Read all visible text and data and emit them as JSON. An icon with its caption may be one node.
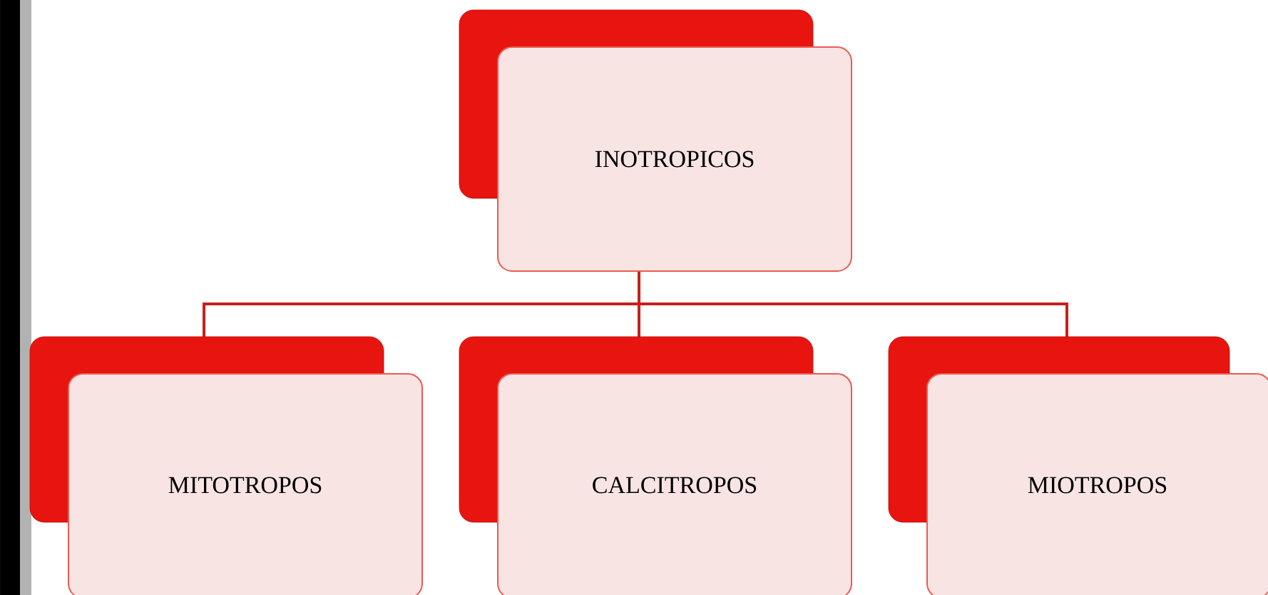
{
  "diagram": {
    "nodes": [
      {
        "text": [
          "INOTROPICOS"
        ]
      },
      {
        "text": [
          "MITOTROPOS"
        ]
      },
      {
        "text": [
          "CALCITROPOS"
        ]
      },
      {
        "text": [
          "MIOTROPOS"
        ]
      }
    ],
    "edges": [
      {
        "from": 0,
        "to": 1,
        "arrow": "none"
      },
      {
        "from": 0,
        "to": 2,
        "arrow": "none"
      },
      {
        "from": 0,
        "to": 3,
        "arrow": "none"
      }
    ]
  }
}
